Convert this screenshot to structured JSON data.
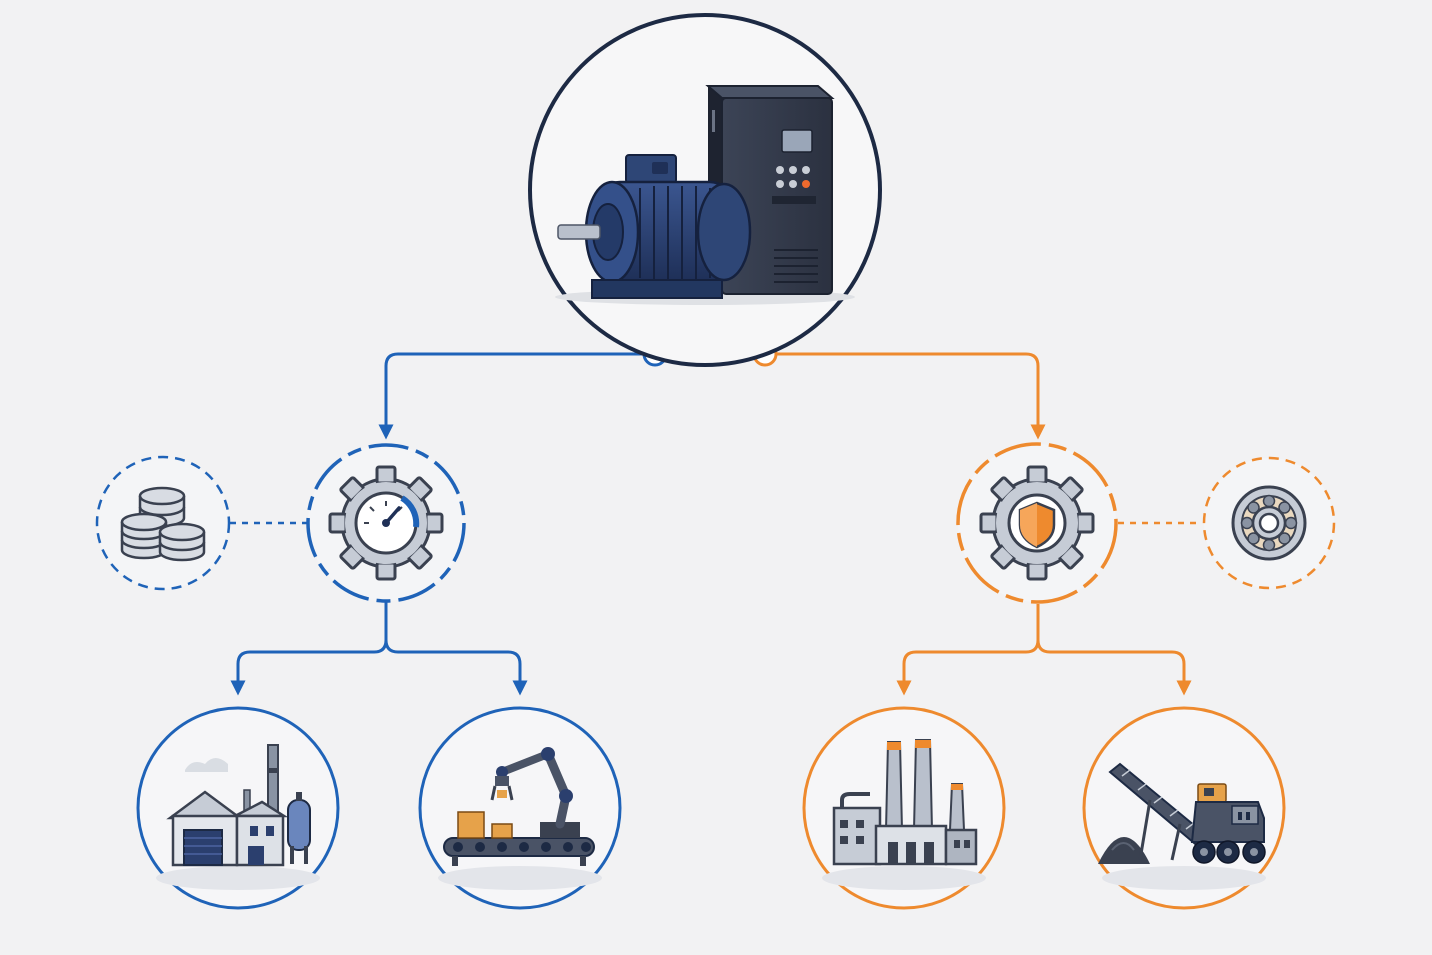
{
  "colors": {
    "background": "#f2f2f3",
    "blue_branch": "#1f63b8",
    "orange_branch": "#ee8a2e",
    "hub_outline": "#1d2a44",
    "navy_equipment": "#2b3f6e",
    "dark_steel": "#3a4150",
    "gray_light": "#c7ccd4"
  },
  "nodes": [
    {
      "id": "hub",
      "icon": "electric-motor-with-vfd-drive-icon"
    },
    {
      "id": "blue-branch-node",
      "icon": "gear-with-speed-gauge-icon"
    },
    {
      "id": "blue-side-node",
      "icon": "stacked-coins-icon"
    },
    {
      "id": "blue-leaf-1",
      "icon": "industrial-warehouse-plant-icon"
    },
    {
      "id": "blue-leaf-2",
      "icon": "robotic-arm-conveyor-icon"
    },
    {
      "id": "orange-branch-node",
      "icon": "gear-with-shield-icon"
    },
    {
      "id": "orange-side-node",
      "icon": "ball-bearing-icon"
    },
    {
      "id": "orange-leaf-1",
      "icon": "power-plant-smokestacks-icon"
    },
    {
      "id": "orange-leaf-2",
      "icon": "mining-conveyor-excavator-icon"
    }
  ]
}
